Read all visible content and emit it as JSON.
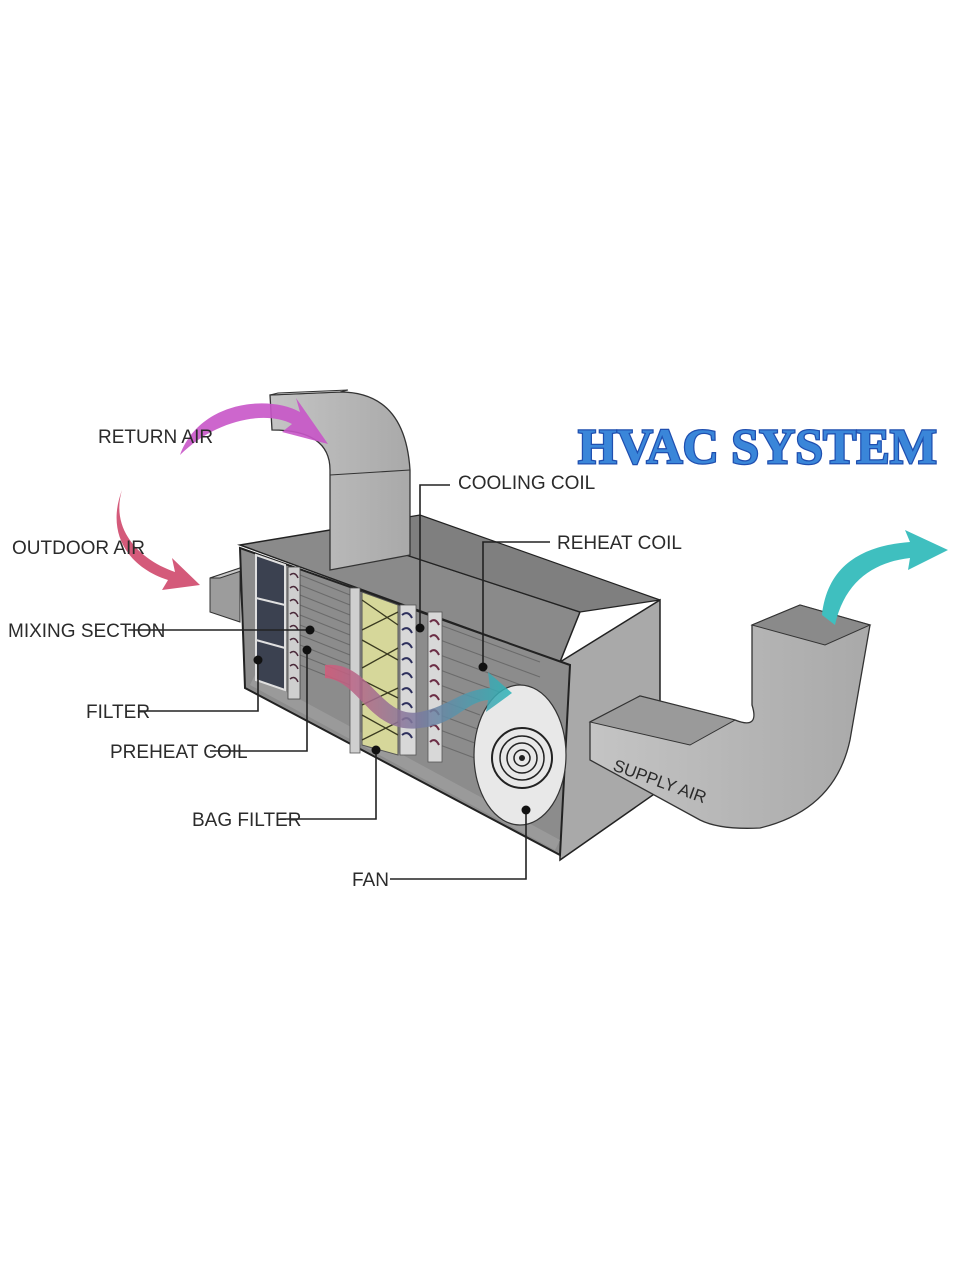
{
  "title": "HVAC SYSTEM",
  "colors": {
    "title_fill": "#3a86d9",
    "title_stroke": "#1f4fb0",
    "return_air_arrow": "#c855c8",
    "outdoor_air_arrow": "#d45a7a",
    "supply_air_arrow": "#3fbfbf",
    "duct_gray": "#b9b9b9",
    "housing_gray": "#8f8f8f",
    "filter_dark": "#3b4150",
    "bag_filter_yellow": "#d6d79a",
    "cooling_coil": "#2d2f5c",
    "reheat_coil": "#6b2d45"
  },
  "labels": {
    "return_air": "RETURN AIR",
    "outdoor_air": "OUTDOOR AIR",
    "mixing_section": "MIXING SECTION",
    "filter": "FILTER",
    "preheat_coil": "PREHEAT COIL",
    "bag_filter": "BAG FILTER",
    "fan": "FAN",
    "cooling_coil": "COOLING COIL",
    "reheat_coil": "REHEAT COIL",
    "supply_air": "SUPPLY AIR"
  }
}
